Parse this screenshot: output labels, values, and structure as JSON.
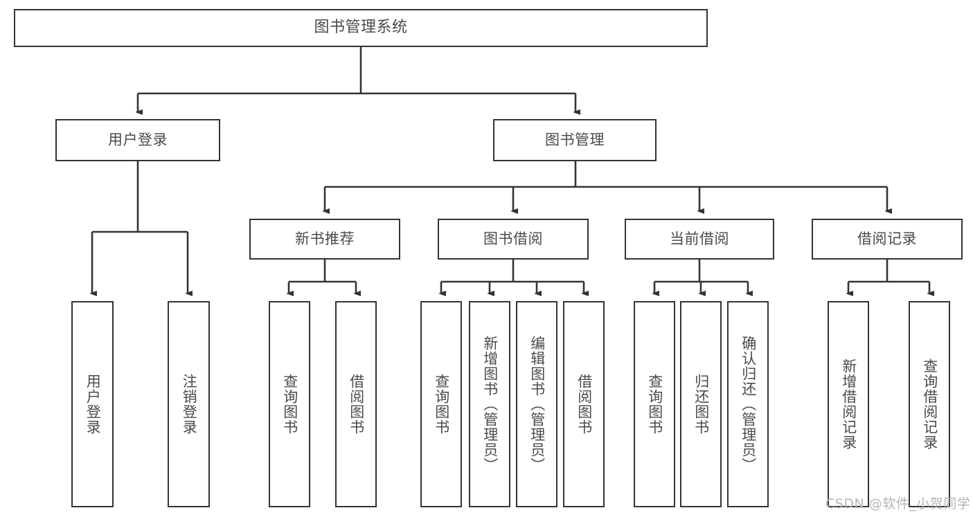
{
  "diagram": {
    "title": "图书管理系统",
    "type": "tree-hierarchy-chart",
    "orientation": "top-down",
    "colors": {
      "box_border": "#333333",
      "box_fill": "#ffffff",
      "text": "#4a4a4a",
      "edge": "#333333",
      "watermark": "#b4b4b4",
      "background": "#ffffff"
    },
    "root": {
      "label": "图书管理系统"
    },
    "level2": [
      {
        "label": "用户登录"
      },
      {
        "label": "图书管理"
      }
    ],
    "level3": [
      {
        "label": "新书推荐"
      },
      {
        "label": "图书借阅"
      },
      {
        "label": "当前借阅"
      },
      {
        "label": "借阅记录"
      }
    ],
    "leaves": {
      "user_login": [
        {
          "label": "用户登录"
        },
        {
          "label": "注销登录"
        }
      ],
      "new_book_recommend": [
        {
          "label": "查询图书"
        },
        {
          "label": "借阅图书"
        }
      ],
      "book_borrow": [
        {
          "label": "查询图书"
        },
        {
          "label": "新增图书（管理员）"
        },
        {
          "label": "编辑图书（管理员）"
        },
        {
          "label": "借阅图书"
        }
      ],
      "current_borrow": [
        {
          "label": "查询图书"
        },
        {
          "label": "归还图书"
        },
        {
          "label": "确认归还（管理员）"
        }
      ],
      "borrow_record": [
        {
          "label": "新增借阅记录"
        },
        {
          "label": "查询借阅记录"
        }
      ]
    }
  },
  "watermark": {
    "text": "CSDN @软件_小贺同学"
  }
}
